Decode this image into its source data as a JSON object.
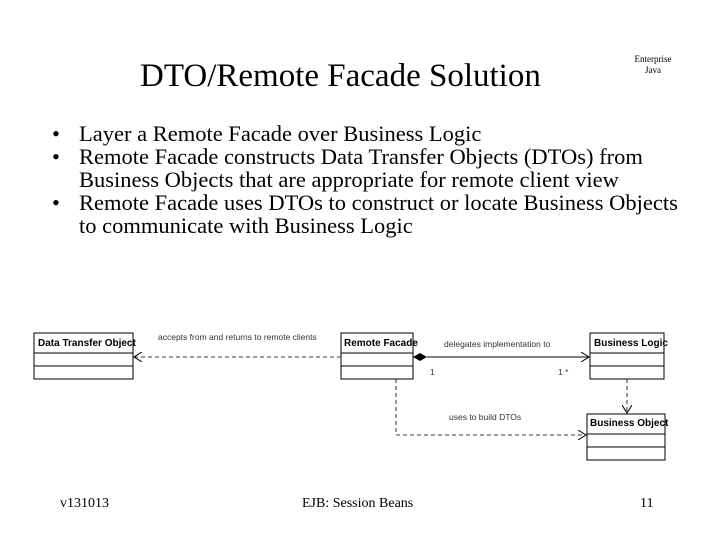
{
  "slide": {
    "title": "DTO/Remote Facade Solution",
    "corner_label": [
      "Enterprise",
      "Java"
    ],
    "bullets": [
      "Layer a Remote Facade over Business Logic",
      "Remote Facade constructs Data Transfer Objects (DTOs) from Business Objects that are appropriate for remote client view",
      "Remote Facade uses DTOs to construct or locate Business Objects to communicate with Business Logic"
    ]
  },
  "diagram": {
    "classes": {
      "dto": "Data Transfer Object",
      "remote_facade": "Remote Facade",
      "business_logic": "Business Logic",
      "business_object": "Business Object"
    },
    "relations": {
      "dto_link": "accepts from and returns to remote clients",
      "delegation": "delegates implementation to",
      "multiplicity_source": "1",
      "multiplicity_target": "1  *",
      "usage": "uses to build DTOs"
    }
  },
  "footer": {
    "version": "v131013",
    "course": "EJB: Session Beans",
    "page": "11"
  }
}
